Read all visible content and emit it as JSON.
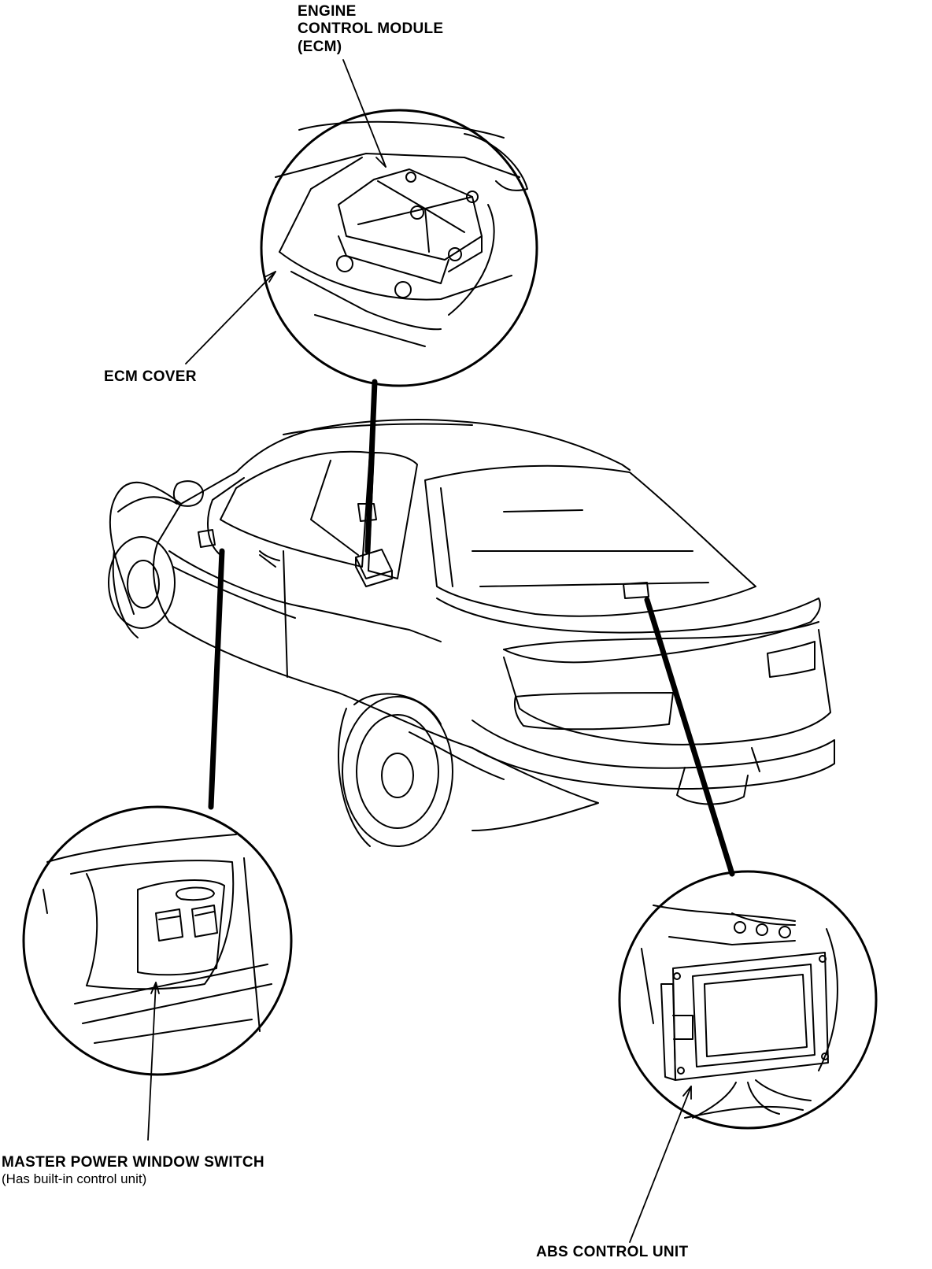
{
  "labels": {
    "ecm_line1": "ENGINE",
    "ecm_line2": "CONTROL MODULE",
    "ecm_line3": "(ECM)",
    "ecm_cover": "ECM COVER",
    "window_switch": "MASTER POWER WINDOW SWITCH",
    "window_switch_note": "(Has built-in control unit)",
    "abs_unit": "ABS CONTROL UNIT"
  }
}
